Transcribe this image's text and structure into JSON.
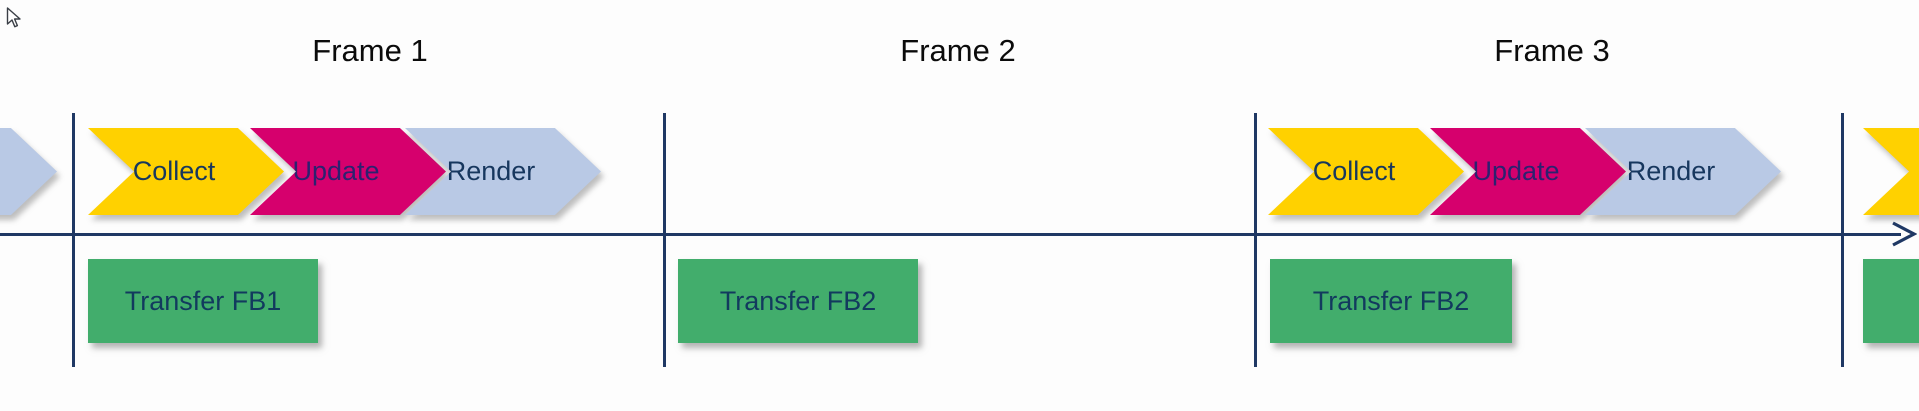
{
  "diagram": {
    "kind": "frame-pipeline-timeline",
    "timeline_direction": "right"
  },
  "frames": [
    {
      "label": "Frame 1",
      "chevrons": [
        {
          "label": "Collect"
        },
        {
          "label": "Update"
        },
        {
          "label": "Render"
        }
      ],
      "transfer": "Transfer FB1"
    },
    {
      "label": "Frame 2",
      "chevrons": [],
      "transfer": "Transfer FB2"
    },
    {
      "label": "Frame 3",
      "chevrons": [
        {
          "label": "Collect"
        },
        {
          "label": "Update"
        },
        {
          "label": "Render"
        }
      ],
      "transfer": "Transfer FB2"
    }
  ],
  "partial_shapes": {
    "left_edge": "render-chevron-tip",
    "right_edge_chevron": "collect-chevron-start",
    "right_edge_transfer": "transfer-box-start"
  },
  "colors": {
    "navy_line": "#1f3864",
    "collect_fill": "#ffd100",
    "update_fill": "#d6006d",
    "render_fill": "#b9c9e5",
    "transfer_fill": "#42ad6c",
    "chevron_text": "#17375e",
    "update_text": "#2d2170",
    "transfer_text": "#123a5e",
    "frame_label_text": "#0b0b0b",
    "canvas_bg": "#fdfdfd"
  }
}
